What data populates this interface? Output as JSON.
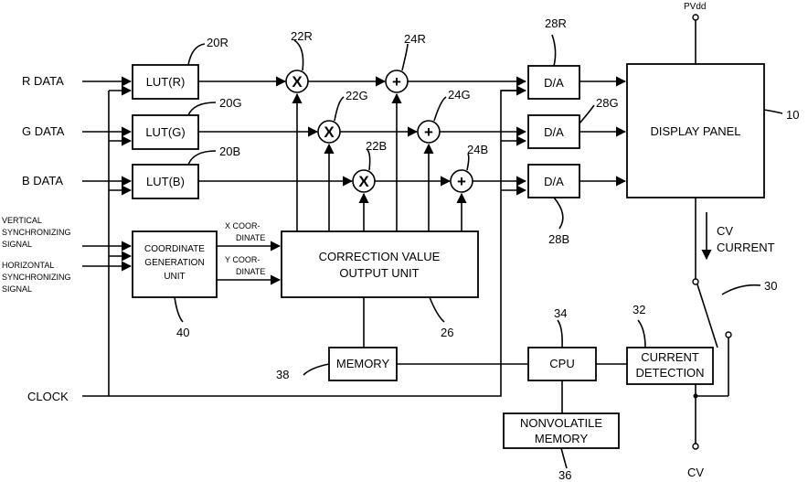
{
  "inputs": {
    "r_data": "R DATA",
    "g_data": "G DATA",
    "b_data": "B DATA",
    "vsync": [
      "VERTICAL",
      "SYNCHRONIZING",
      "SIGNAL"
    ],
    "hsync": [
      "HORIZONTAL",
      "SYNCHRONIZING",
      "SIGNAL"
    ],
    "clock": "CLOCK"
  },
  "blocks": {
    "lut_r": "LUT(R)",
    "lut_g": "LUT(G)",
    "lut_b": "LUT(B)",
    "coord_gen": [
      "COORDINATE",
      "GENERATION",
      "UNIT"
    ],
    "correction": [
      "CORRECTION VALUE",
      "OUTPUT UNIT"
    ],
    "memory": "MEMORY",
    "cpu": "CPU",
    "nonvolatile": [
      "NONVOLATILE",
      "MEMORY"
    ],
    "current_detection": [
      "CURRENT",
      "DETECTION"
    ],
    "da_r": "D/A",
    "da_g": "D/A",
    "da_b": "D/A",
    "display_panel": "DISPLAY PANEL"
  },
  "signals": {
    "x_coord": [
      "X COOR-",
      "DINATE"
    ],
    "y_coord": [
      "Y COOR-",
      "DINATE"
    ],
    "cv_current": [
      "CV",
      "CURRENT"
    ],
    "pvdd": "PVdd",
    "cv": "CV"
  },
  "operators": {
    "multiply": "X",
    "add": "+"
  },
  "refs": {
    "r20R": "20R",
    "r20G": "20G",
    "r20B": "20B",
    "r22R": "22R",
    "r22G": "22G",
    "r22B": "22B",
    "r24R": "24R",
    "r24G": "24G",
    "r24B": "24B",
    "r28R": "28R",
    "r28G": "28G",
    "r28B": "28B",
    "r10": "10",
    "r26": "26",
    "r30": "30",
    "r32": "32",
    "r34": "34",
    "r36": "36",
    "r38": "38",
    "r40": "40"
  }
}
